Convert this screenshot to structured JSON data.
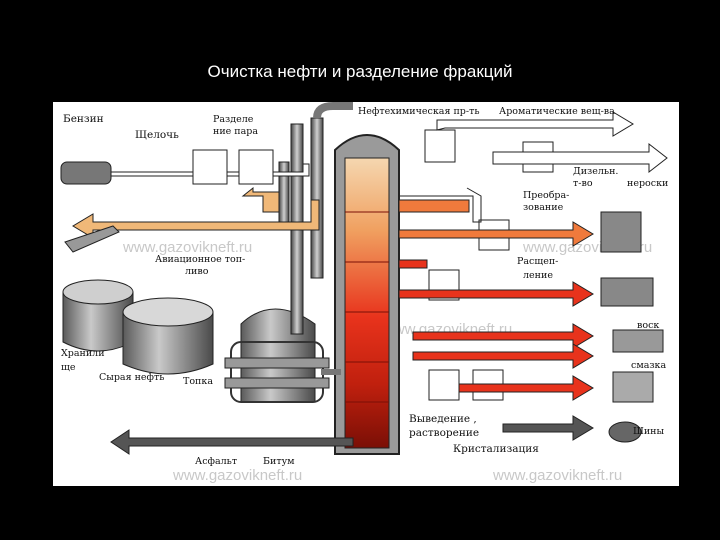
{
  "slide": {
    "title": "Очистка нефти и разделение фракций"
  },
  "diagram": {
    "labels": {
      "benzin": "Бензин",
      "shcheloch": "Щелочь",
      "razdelenie_1": "Разделе",
      "razdelenie_2": "ние пара",
      "neftekhim": "Нефтехимическая пр-ть",
      "aromat": "Ароматические вещ-ва",
      "dizel_1": "Дизельн.",
      "dizel_2": "т-во",
      "neroski": "нероски",
      "preobraz_1": "Преобра-",
      "preobraz_2": "зование",
      "aviac_1": "Авиационное топ-",
      "aviac_2": "ливо",
      "rasshchep_1": "Расщеп-",
      "rasshchep_2": "ление",
      "khranil_1": "Хранили",
      "khranil_2": "ще",
      "syraya": "Сырая нефть",
      "topka": "Топка",
      "vosk": "воск",
      "smazka": "смазка",
      "vyvedenie_1": "Выведение ,",
      "vyvedenie_2": "растворение",
      "kristal": "Кристализация",
      "shiny": "Шины",
      "asfalt": "Асфальт",
      "bitum": "Битум"
    },
    "watermarks": [
      "www.gazovikneft.ru",
      "www.gazovikneft.ru",
      "www.gazovikneft.ru",
      "www.gazovikneft.ru",
      "www.gazovikneft.ru"
    ],
    "colors": {
      "white_arrow": "#ffffff",
      "tan_arrow": "#f0b878",
      "orange_arrow": "#f07a3c",
      "red_arrow": "#e8331c",
      "dark_arrow": "#555555",
      "column_hot": "#e8331c",
      "steel": "#8a8a8a"
    }
  }
}
